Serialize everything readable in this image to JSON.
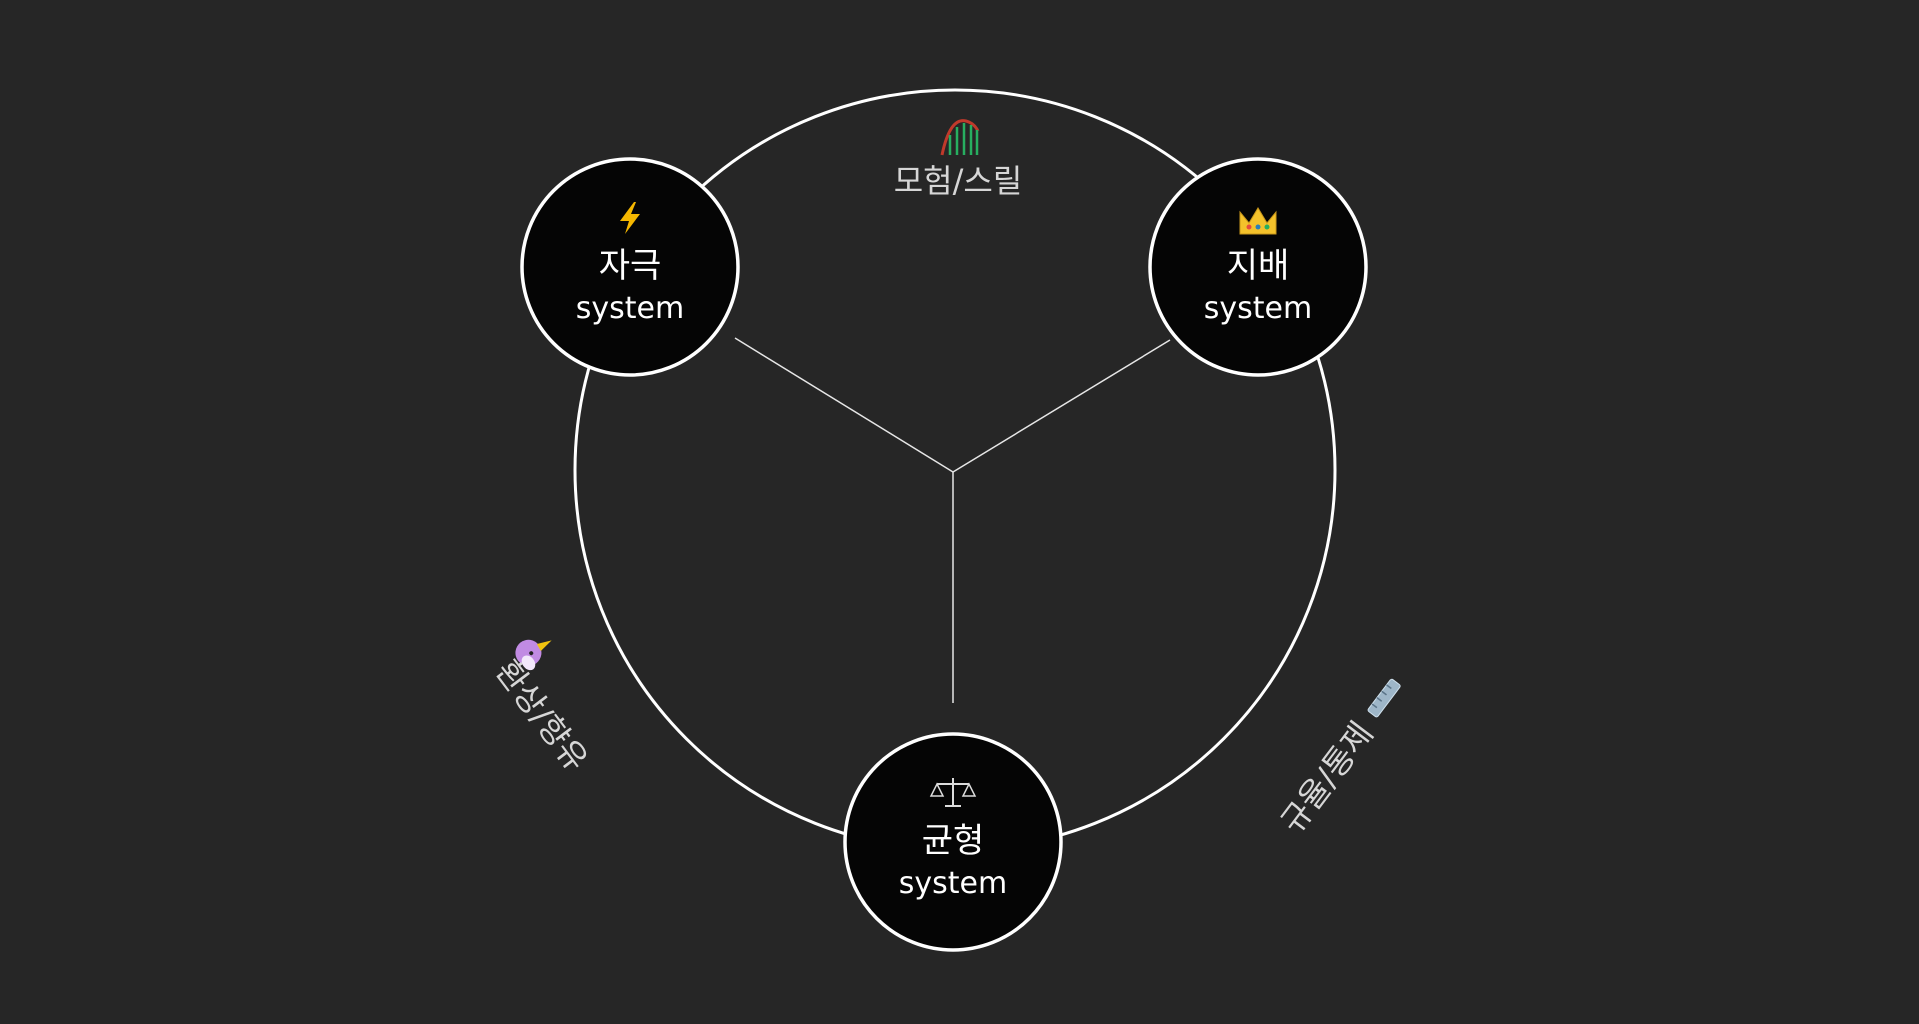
{
  "diagram": {
    "nodes": [
      {
        "id": "stimulation",
        "icon": "lightning-icon",
        "name": "자극",
        "subtitle": "system"
      },
      {
        "id": "dominance",
        "icon": "crown-icon",
        "name": "지배",
        "subtitle": "system"
      },
      {
        "id": "balance",
        "icon": "scales-icon",
        "name": "균형",
        "subtitle": "system"
      }
    ],
    "edges": [
      {
        "id": "adventure",
        "icon": "roller-coaster-icon",
        "label": "모험/스릴"
      },
      {
        "id": "discipline",
        "icon": "ruler-icon",
        "label": "규율/통제"
      },
      {
        "id": "fantasy",
        "icon": "unicorn-icon",
        "label": "환상/향유"
      }
    ]
  }
}
